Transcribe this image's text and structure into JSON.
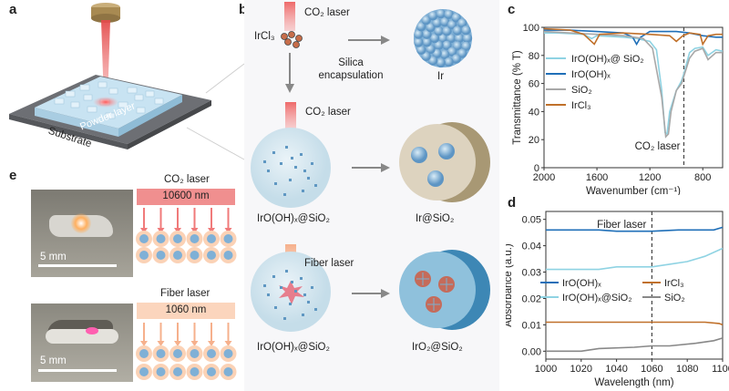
{
  "panels": {
    "a": "a",
    "b": "b",
    "c": "c",
    "d": "d",
    "e": "e"
  },
  "panel_a": {
    "layer_label": "Powder layer",
    "substrate_label": "Substrate"
  },
  "panel_b": {
    "co2_laser_top": "CO₂ laser",
    "precursor": "IrCl₃",
    "product_ir": "Ir",
    "encapsulation_line1": "Silica",
    "encapsulation_line2": "encapsulation",
    "co2_laser_mid": "CO₂ laser",
    "sphere1_label": "IrO(OH)ₓ@SiO₂",
    "product_ir_sio2": "Ir@SiO₂",
    "fiber_laser": "Fiber laser",
    "sphere2_label": "IrO(OH)ₓ@SiO₂",
    "product_iro2_sio2": "IrO₂@SiO₂"
  },
  "panel_e": {
    "co2_title": "CO₂ laser",
    "co2_wavelength": "10600 nm",
    "fiber_title": "Fiber laser",
    "fiber_wavelength": "1060 nm",
    "scale1": "5 mm",
    "scale2": "5 mm"
  },
  "colors": {
    "co2_red": "#f07a7a",
    "fiber_peach": "#fbc9a8",
    "sphere_blue": "#8fbcd6",
    "iro_light": "#8fd3e3",
    "iro_dark": "#1f6fb8",
    "sio2_gray": "#a8a8a8",
    "ircl3_brown": "#c0702a"
  },
  "chart_data": [
    {
      "panel": "c",
      "type": "line",
      "xlabel": "Wavenumber (cm⁻¹)",
      "ylabel": "Transmittance (% T)",
      "xlim": [
        2000,
        650
      ],
      "ylim": [
        0,
        100
      ],
      "x_ticks": [
        2000,
        1600,
        1200,
        800
      ],
      "y_ticks": [
        0,
        20,
        40,
        60,
        80,
        100
      ],
      "reverse_x": true,
      "annotation": "CO₂ laser",
      "annotation_x": 943,
      "legend": "center-right",
      "series": [
        {
          "name": "IrO(OH)ₓ@ SiO₂",
          "color": "#8fd3e3",
          "points": [
            [
              2000,
              96
            ],
            [
              1900,
              96
            ],
            [
              1700,
              95
            ],
            [
              1640,
              92
            ],
            [
              1600,
              94
            ],
            [
              1400,
              93
            ],
            [
              1300,
              92
            ],
            [
              1200,
              90
            ],
            [
              1150,
              84
            ],
            [
              1110,
              55
            ],
            [
              1085,
              25
            ],
            [
              1070,
              24
            ],
            [
              1050,
              40
            ],
            [
              1000,
              55
            ],
            [
              960,
              62
            ],
            [
              943,
              67
            ],
            [
              900,
              82
            ],
            [
              860,
              85
            ],
            [
              800,
              86
            ],
            [
              760,
              80
            ],
            [
              700,
              84
            ],
            [
              650,
              83
            ]
          ]
        },
        {
          "name": "IrO(OH)ₓ",
          "color": "#1f6fb8",
          "points": [
            [
              2000,
              98
            ],
            [
              1800,
              98
            ],
            [
              1600,
              97
            ],
            [
              1400,
              96
            ],
            [
              1330,
              93
            ],
            [
              1300,
              88
            ],
            [
              1270,
              93
            ],
            [
              1200,
              97
            ],
            [
              1000,
              97
            ],
            [
              900,
              96
            ],
            [
              800,
              94
            ],
            [
              700,
              93
            ],
            [
              650,
              93
            ]
          ]
        },
        {
          "name": "SiO₂",
          "color": "#a8a8a8",
          "points": [
            [
              2000,
              97
            ],
            [
              1800,
              96
            ],
            [
              1600,
              95
            ],
            [
              1400,
              94
            ],
            [
              1250,
              92
            ],
            [
              1180,
              85
            ],
            [
              1110,
              50
            ],
            [
              1080,
              22
            ],
            [
              1060,
              24
            ],
            [
              1040,
              40
            ],
            [
              1000,
              55
            ],
            [
              960,
              60
            ],
            [
              900,
              78
            ],
            [
              860,
              83
            ],
            [
              800,
              85
            ],
            [
              760,
              77
            ],
            [
              700,
              82
            ],
            [
              650,
              82
            ]
          ]
        },
        {
          "name": "IrCl₃",
          "color": "#c0702a",
          "points": [
            [
              2000,
              99
            ],
            [
              1800,
              98
            ],
            [
              1700,
              95
            ],
            [
              1620,
              88
            ],
            [
              1580,
              95
            ],
            [
              1400,
              96
            ],
            [
              1200,
              95
            ],
            [
              1050,
              94
            ],
            [
              1000,
              90
            ],
            [
              950,
              94
            ],
            [
              900,
              96
            ],
            [
              820,
              95
            ],
            [
              800,
              88
            ],
            [
              760,
              94
            ],
            [
              700,
              95
            ],
            [
              650,
              95
            ]
          ]
        }
      ]
    },
    {
      "panel": "d",
      "type": "line",
      "xlabel": "Wavelength (nm)",
      "ylabel": "Absorbance (a.u.)",
      "xlim": [
        1000,
        1100
      ],
      "ylim": [
        -0.003,
        0.053
      ],
      "x_ticks": [
        1000,
        1020,
        1040,
        1060,
        1080,
        1100
      ],
      "y_ticks": [
        0.0,
        0.01,
        0.02,
        0.03,
        0.04,
        0.05
      ],
      "annotation": "Fiber laser",
      "annotation_x": 1060,
      "legend": "lower-center",
      "series": [
        {
          "name": "IrO(OH)ₓ",
          "color": "#1f6fb8",
          "points": [
            [
              1000,
              0.046
            ],
            [
              1030,
              0.046
            ],
            [
              1040,
              0.0455
            ],
            [
              1060,
              0.0455
            ],
            [
              1075,
              0.046
            ],
            [
              1095,
              0.046
            ],
            [
              1100,
              0.047
            ]
          ]
        },
        {
          "name": "IrO(OH)ₓ@SiO₂",
          "color": "#8fd3e3",
          "points": [
            [
              1000,
              0.031
            ],
            [
              1030,
              0.031
            ],
            [
              1040,
              0.032
            ],
            [
              1060,
              0.032
            ],
            [
              1070,
              0.033
            ],
            [
              1080,
              0.034
            ],
            [
              1090,
              0.036
            ],
            [
              1100,
              0.039
            ]
          ]
        },
        {
          "name": "IrCl₃",
          "color": "#c0702a",
          "points": [
            [
              1000,
              0.011
            ],
            [
              1040,
              0.011
            ],
            [
              1060,
              0.011
            ],
            [
              1090,
              0.011
            ],
            [
              1098,
              0.0105
            ],
            [
              1100,
              0.01
            ]
          ]
        },
        {
          "name": "SiO₂",
          "color": "#888888",
          "points": [
            [
              1000,
              0.0
            ],
            [
              1020,
              0.0
            ],
            [
              1030,
              0.001
            ],
            [
              1050,
              0.0015
            ],
            [
              1060,
              0.002
            ],
            [
              1070,
              0.002
            ],
            [
              1085,
              0.003
            ],
            [
              1095,
              0.004
            ],
            [
              1100,
              0.005
            ]
          ]
        }
      ]
    }
  ]
}
